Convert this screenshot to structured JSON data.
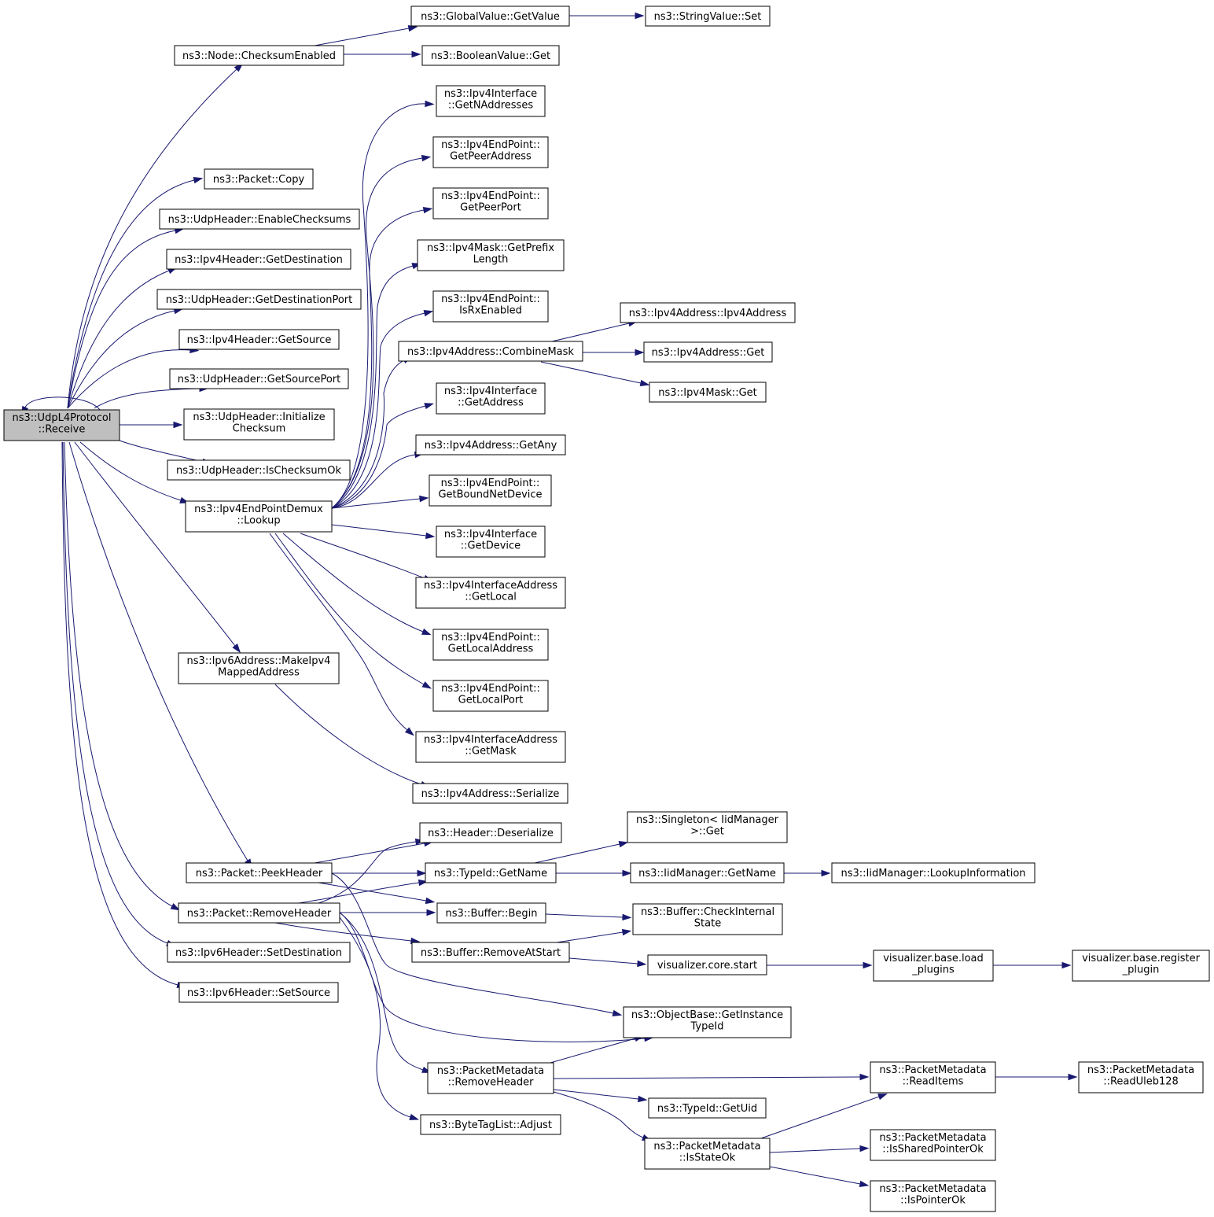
{
  "graph": {
    "root": "receive",
    "nodes": [
      {
        "id": "receive",
        "lines": [
          "ns3::UdpL4Protocol",
          "::Receive"
        ],
        "highlight": true
      },
      {
        "id": "checksumEnabled",
        "lines": [
          "ns3::Node::ChecksumEnabled"
        ]
      },
      {
        "id": "globalGetValue",
        "lines": [
          "ns3::GlobalValue::GetValue"
        ]
      },
      {
        "id": "stringSet",
        "lines": [
          "ns3::StringValue::Set"
        ]
      },
      {
        "id": "boolGet",
        "lines": [
          "ns3::BooleanValue::Get"
        ]
      },
      {
        "id": "ifaceGetNAddr",
        "lines": [
          "ns3::Ipv4Interface",
          "::GetNAddresses"
        ]
      },
      {
        "id": "epGetPeerAddr",
        "lines": [
          "ns3::Ipv4EndPoint::",
          "GetPeerAddress"
        ]
      },
      {
        "id": "packetCopy",
        "lines": [
          "ns3::Packet::Copy"
        ]
      },
      {
        "id": "epGetPeerPort",
        "lines": [
          "ns3::Ipv4EndPoint::",
          "GetPeerPort"
        ]
      },
      {
        "id": "udpEnableChecksums",
        "lines": [
          "ns3::UdpHeader::EnableChecksums"
        ]
      },
      {
        "id": "maskGetPrefix",
        "lines": [
          "ns3::Ipv4Mask::GetPrefix",
          "Length"
        ]
      },
      {
        "id": "ipv4GetDest",
        "lines": [
          "ns3::Ipv4Header::GetDestination"
        ]
      },
      {
        "id": "udpGetDestPort",
        "lines": [
          "ns3::UdpHeader::GetDestinationPort"
        ]
      },
      {
        "id": "epIsRxEnabled",
        "lines": [
          "ns3::Ipv4EndPoint::",
          "IsRxEnabled"
        ]
      },
      {
        "id": "ipv4AddrCtor",
        "lines": [
          "ns3::Ipv4Address::Ipv4Address"
        ]
      },
      {
        "id": "ipv4GetSource",
        "lines": [
          "ns3::Ipv4Header::GetSource"
        ]
      },
      {
        "id": "combineMask",
        "lines": [
          "ns3::Ipv4Address::CombineMask"
        ]
      },
      {
        "id": "ipv4AddrGet",
        "lines": [
          "ns3::Ipv4Address::Get"
        ]
      },
      {
        "id": "udpGetSourcePort",
        "lines": [
          "ns3::UdpHeader::GetSourcePort"
        ]
      },
      {
        "id": "maskGet",
        "lines": [
          "ns3::Ipv4Mask::Get"
        ]
      },
      {
        "id": "ifaceGetAddress",
        "lines": [
          "ns3::Ipv4Interface",
          "::GetAddress"
        ]
      },
      {
        "id": "udpInitChecksum",
        "lines": [
          "ns3::UdpHeader::Initialize",
          "Checksum"
        ]
      },
      {
        "id": "ipv4AddrGetAny",
        "lines": [
          "ns3::Ipv4Address::GetAny"
        ]
      },
      {
        "id": "udpIsChecksumOk",
        "lines": [
          "ns3::UdpHeader::IsChecksumOk"
        ]
      },
      {
        "id": "epGetBoundNetDevice",
        "lines": [
          "ns3::Ipv4EndPoint::",
          "GetBoundNetDevice"
        ]
      },
      {
        "id": "demuxLookup",
        "lines": [
          "ns3::Ipv4EndPointDemux",
          "::Lookup"
        ]
      },
      {
        "id": "ifaceGetDevice",
        "lines": [
          "ns3::Ipv4Interface",
          "::GetDevice"
        ]
      },
      {
        "id": "ifAddrGetLocal",
        "lines": [
          "ns3::Ipv4InterfaceAddress",
          "::GetLocal"
        ]
      },
      {
        "id": "epGetLocalAddr",
        "lines": [
          "ns3::Ipv4EndPoint::",
          "GetLocalAddress"
        ]
      },
      {
        "id": "makeMapped",
        "lines": [
          "ns3::Ipv6Address::MakeIpv4",
          "MappedAddress"
        ]
      },
      {
        "id": "epGetLocalPort",
        "lines": [
          "ns3::Ipv4EndPoint::",
          "GetLocalPort"
        ]
      },
      {
        "id": "ifAddrGetMask",
        "lines": [
          "ns3::Ipv4InterfaceAddress",
          "::GetMask"
        ]
      },
      {
        "id": "ipv4AddrSerialize",
        "lines": [
          "ns3::Ipv4Address::Serialize"
        ]
      },
      {
        "id": "singletonGet",
        "lines": [
          "ns3::Singleton< IidManager",
          ">::Get"
        ]
      },
      {
        "id": "headerDeserialize",
        "lines": [
          "ns3::Header::Deserialize"
        ]
      },
      {
        "id": "peekHeader",
        "lines": [
          "ns3::Packet::PeekHeader"
        ]
      },
      {
        "id": "typeIdGetName",
        "lines": [
          "ns3::TypeId::GetName"
        ]
      },
      {
        "id": "iidGetName",
        "lines": [
          "ns3::IidManager::GetName"
        ]
      },
      {
        "id": "iidLookupInfo",
        "lines": [
          "ns3::IidManager::LookupInformation"
        ]
      },
      {
        "id": "removeHeader",
        "lines": [
          "ns3::Packet::RemoveHeader"
        ]
      },
      {
        "id": "bufferBegin",
        "lines": [
          "ns3::Buffer::Begin"
        ]
      },
      {
        "id": "bufferCheckState",
        "lines": [
          "ns3::Buffer::CheckInternal",
          "State"
        ]
      },
      {
        "id": "ipv6SetDest",
        "lines": [
          "ns3::Ipv6Header::SetDestination"
        ]
      },
      {
        "id": "bufferRemoveAtStart",
        "lines": [
          "ns3::Buffer::RemoveAtStart"
        ]
      },
      {
        "id": "vizCoreStart",
        "lines": [
          "visualizer.core.start"
        ]
      },
      {
        "id": "vizLoadPlugins",
        "lines": [
          "visualizer.base.load",
          "_plugins"
        ]
      },
      {
        "id": "vizRegisterPlugin",
        "lines": [
          "visualizer.base.register",
          "_plugin"
        ]
      },
      {
        "id": "ipv6SetSource",
        "lines": [
          "ns3::Ipv6Header::SetSource"
        ]
      },
      {
        "id": "getInstanceTypeId",
        "lines": [
          "ns3::ObjectBase::GetInstance",
          "TypeId"
        ]
      },
      {
        "id": "pmRemoveHeader",
        "lines": [
          "ns3::PacketMetadata",
          "::RemoveHeader"
        ]
      },
      {
        "id": "pmReadItems",
        "lines": [
          "ns3::PacketMetadata",
          "::ReadItems"
        ]
      },
      {
        "id": "pmReadUleb",
        "lines": [
          "ns3::PacketMetadata",
          "::ReadUleb128"
        ]
      },
      {
        "id": "typeIdGetUid",
        "lines": [
          "ns3::TypeId::GetUid"
        ]
      },
      {
        "id": "byteTagAdjust",
        "lines": [
          "ns3::ByteTagList::Adjust"
        ]
      },
      {
        "id": "pmIsStateOk",
        "lines": [
          "ns3::PacketMetadata",
          "::IsStateOk"
        ]
      },
      {
        "id": "pmIsSharedPtrOk",
        "lines": [
          "ns3::PacketMetadata",
          "::IsSharedPointerOk"
        ]
      },
      {
        "id": "pmIsPointerOk",
        "lines": [
          "ns3::PacketMetadata",
          "::IsPointerOk"
        ]
      }
    ],
    "edges": [
      [
        "receive",
        "receive"
      ],
      [
        "receive",
        "checksumEnabled"
      ],
      [
        "checksumEnabled",
        "globalGetValue"
      ],
      [
        "globalGetValue",
        "stringSet"
      ],
      [
        "checksumEnabled",
        "boolGet"
      ],
      [
        "receive",
        "packetCopy"
      ],
      [
        "receive",
        "udpEnableChecksums"
      ],
      [
        "receive",
        "ipv4GetDest"
      ],
      [
        "receive",
        "udpGetDestPort"
      ],
      [
        "receive",
        "ipv4GetSource"
      ],
      [
        "receive",
        "udpGetSourcePort"
      ],
      [
        "receive",
        "udpInitChecksum"
      ],
      [
        "receive",
        "udpIsChecksumOk"
      ],
      [
        "receive",
        "demuxLookup"
      ],
      [
        "receive",
        "makeMapped"
      ],
      [
        "receive",
        "peekHeader"
      ],
      [
        "receive",
        "removeHeader"
      ],
      [
        "receive",
        "ipv6SetDest"
      ],
      [
        "receive",
        "ipv6SetSource"
      ],
      [
        "demuxLookup",
        "ifaceGetNAddr"
      ],
      [
        "demuxLookup",
        "epGetPeerAddr"
      ],
      [
        "demuxLookup",
        "epGetPeerPort"
      ],
      [
        "demuxLookup",
        "maskGetPrefix"
      ],
      [
        "demuxLookup",
        "epIsRxEnabled"
      ],
      [
        "demuxLookup",
        "combineMask"
      ],
      [
        "demuxLookup",
        "ifaceGetAddress"
      ],
      [
        "demuxLookup",
        "ipv4AddrGetAny"
      ],
      [
        "demuxLookup",
        "epGetBoundNetDevice"
      ],
      [
        "demuxLookup",
        "ifaceGetDevice"
      ],
      [
        "demuxLookup",
        "ifAddrGetLocal"
      ],
      [
        "demuxLookup",
        "epGetLocalAddr"
      ],
      [
        "demuxLookup",
        "epGetLocalPort"
      ],
      [
        "demuxLookup",
        "ifAddrGetMask"
      ],
      [
        "combineMask",
        "ipv4AddrCtor"
      ],
      [
        "combineMask",
        "ipv4AddrGet"
      ],
      [
        "combineMask",
        "maskGet"
      ],
      [
        "makeMapped",
        "ipv4AddrSerialize"
      ],
      [
        "peekHeader",
        "headerDeserialize"
      ],
      [
        "peekHeader",
        "typeIdGetName"
      ],
      [
        "peekHeader",
        "bufferBegin"
      ],
      [
        "peekHeader",
        "getInstanceTypeId"
      ],
      [
        "removeHeader",
        "headerDeserialize"
      ],
      [
        "removeHeader",
        "typeIdGetName"
      ],
      [
        "removeHeader",
        "bufferBegin"
      ],
      [
        "removeHeader",
        "bufferRemoveAtStart"
      ],
      [
        "removeHeader",
        "getInstanceTypeId"
      ],
      [
        "removeHeader",
        "pmRemoveHeader"
      ],
      [
        "removeHeader",
        "byteTagAdjust"
      ],
      [
        "typeIdGetName",
        "singletonGet"
      ],
      [
        "typeIdGetName",
        "iidGetName"
      ],
      [
        "iidGetName",
        "iidLookupInfo"
      ],
      [
        "bufferBegin",
        "bufferCheckState"
      ],
      [
        "bufferRemoveAtStart",
        "bufferCheckState"
      ],
      [
        "bufferRemoveAtStart",
        "vizCoreStart"
      ],
      [
        "vizCoreStart",
        "vizLoadPlugins"
      ],
      [
        "vizLoadPlugins",
        "vizRegisterPlugin"
      ],
      [
        "pmRemoveHeader",
        "getInstanceTypeId"
      ],
      [
        "pmRemoveHeader",
        "pmReadItems"
      ],
      [
        "pmRemoveHeader",
        "typeIdGetUid"
      ],
      [
        "pmRemoveHeader",
        "pmIsStateOk"
      ],
      [
        "pmReadItems",
        "pmReadUleb"
      ],
      [
        "pmIsStateOk",
        "pmReadItems"
      ],
      [
        "pmIsStateOk",
        "pmIsSharedPtrOk"
      ],
      [
        "pmIsStateOk",
        "pmIsPointerOk"
      ]
    ]
  }
}
